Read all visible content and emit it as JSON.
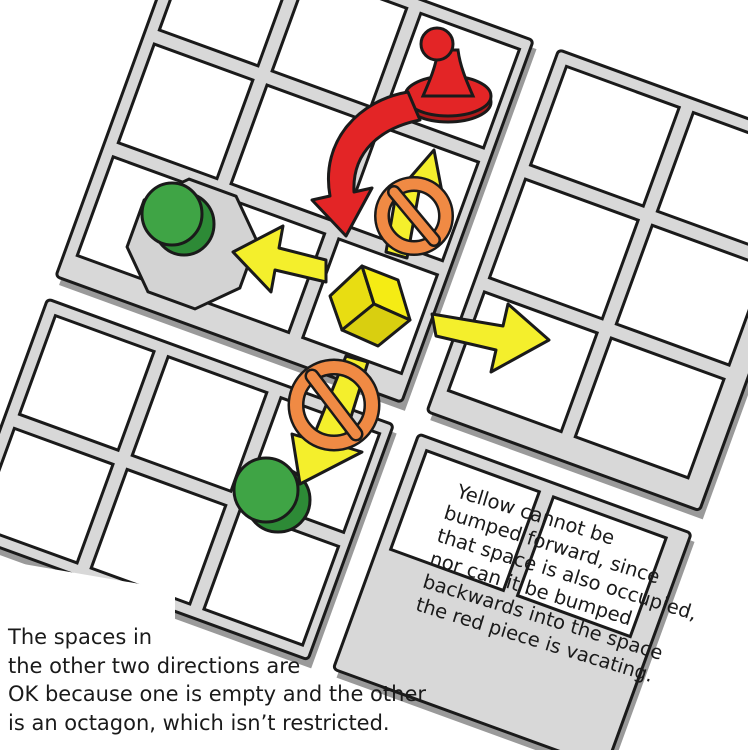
{
  "captions": {
    "left": [
      "The spaces in",
      "the other two directions are",
      "OK because one is empty and the other",
      "is an octagon, which isn’t restricted."
    ],
    "right": [
      "Yellow cannot be",
      "bumped forward, since",
      "that space is also occupied,",
      "nor can it be bumped",
      "backwards into the space",
      "the red piece is vacating."
    ]
  },
  "colors": {
    "board_frame": "#d8d8d8",
    "outline": "#1a1a1a",
    "tile_empty": "#ffffff",
    "red_piece": "#e32526",
    "green_piece": "#3fa445",
    "yellow_piece": "#f5ec14",
    "yellow_arrow": "#f4ef2c",
    "no_symbol": "#f08a44",
    "octagon": "#d3d3d3"
  },
  "pieces": [
    {
      "name": "red-pawn",
      "shape": "pawn",
      "color": "red"
    },
    {
      "name": "green-disc-octagon",
      "shape": "disc",
      "color": "green"
    },
    {
      "name": "green-disc-bottom",
      "shape": "disc",
      "color": "green"
    },
    {
      "name": "yellow-cube",
      "shape": "cube",
      "color": "yellow"
    }
  ],
  "moves": [
    {
      "direction": "forward",
      "allowed": false
    },
    {
      "direction": "backward",
      "allowed": false
    },
    {
      "direction": "left",
      "allowed": true
    },
    {
      "direction": "right",
      "allowed": true
    }
  ]
}
